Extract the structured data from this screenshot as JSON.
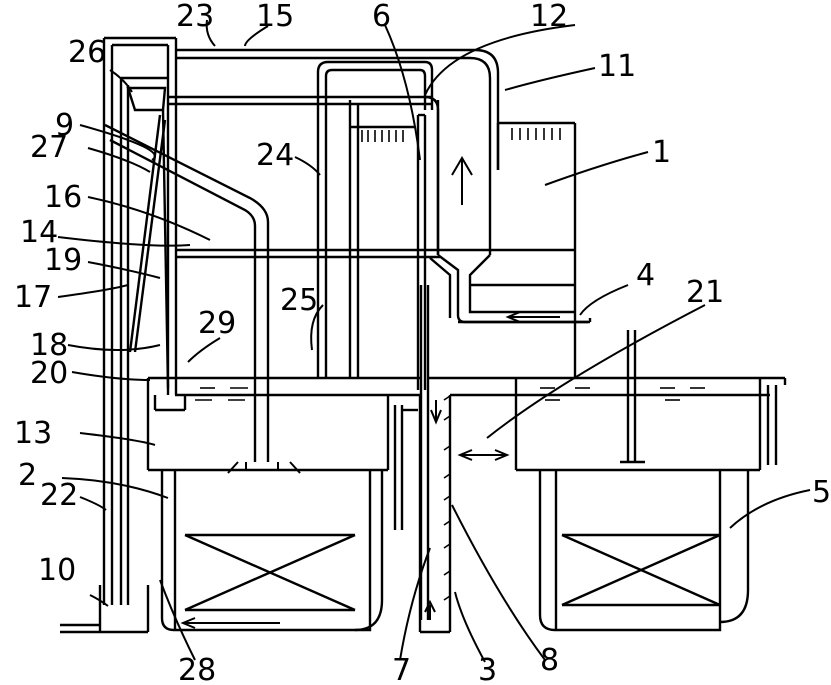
{
  "figure": {
    "labels": {
      "n1": "1",
      "n2": "2",
      "n3": "3",
      "n4": "4",
      "n5": "5",
      "n6": "6",
      "n7": "7",
      "n8": "8",
      "n9": "9",
      "n10": "10",
      "n11": "11",
      "n12": "12",
      "n13": "13",
      "n14": "14",
      "n15": "15",
      "n16": "16",
      "n17": "17",
      "n18": "18",
      "n19": "19",
      "n20": "20",
      "n21": "21",
      "n22": "22",
      "n23": "23",
      "n24": "24",
      "n25": "25",
      "n26": "26",
      "n27": "27",
      "n28": "28",
      "n29": "29"
    }
  }
}
